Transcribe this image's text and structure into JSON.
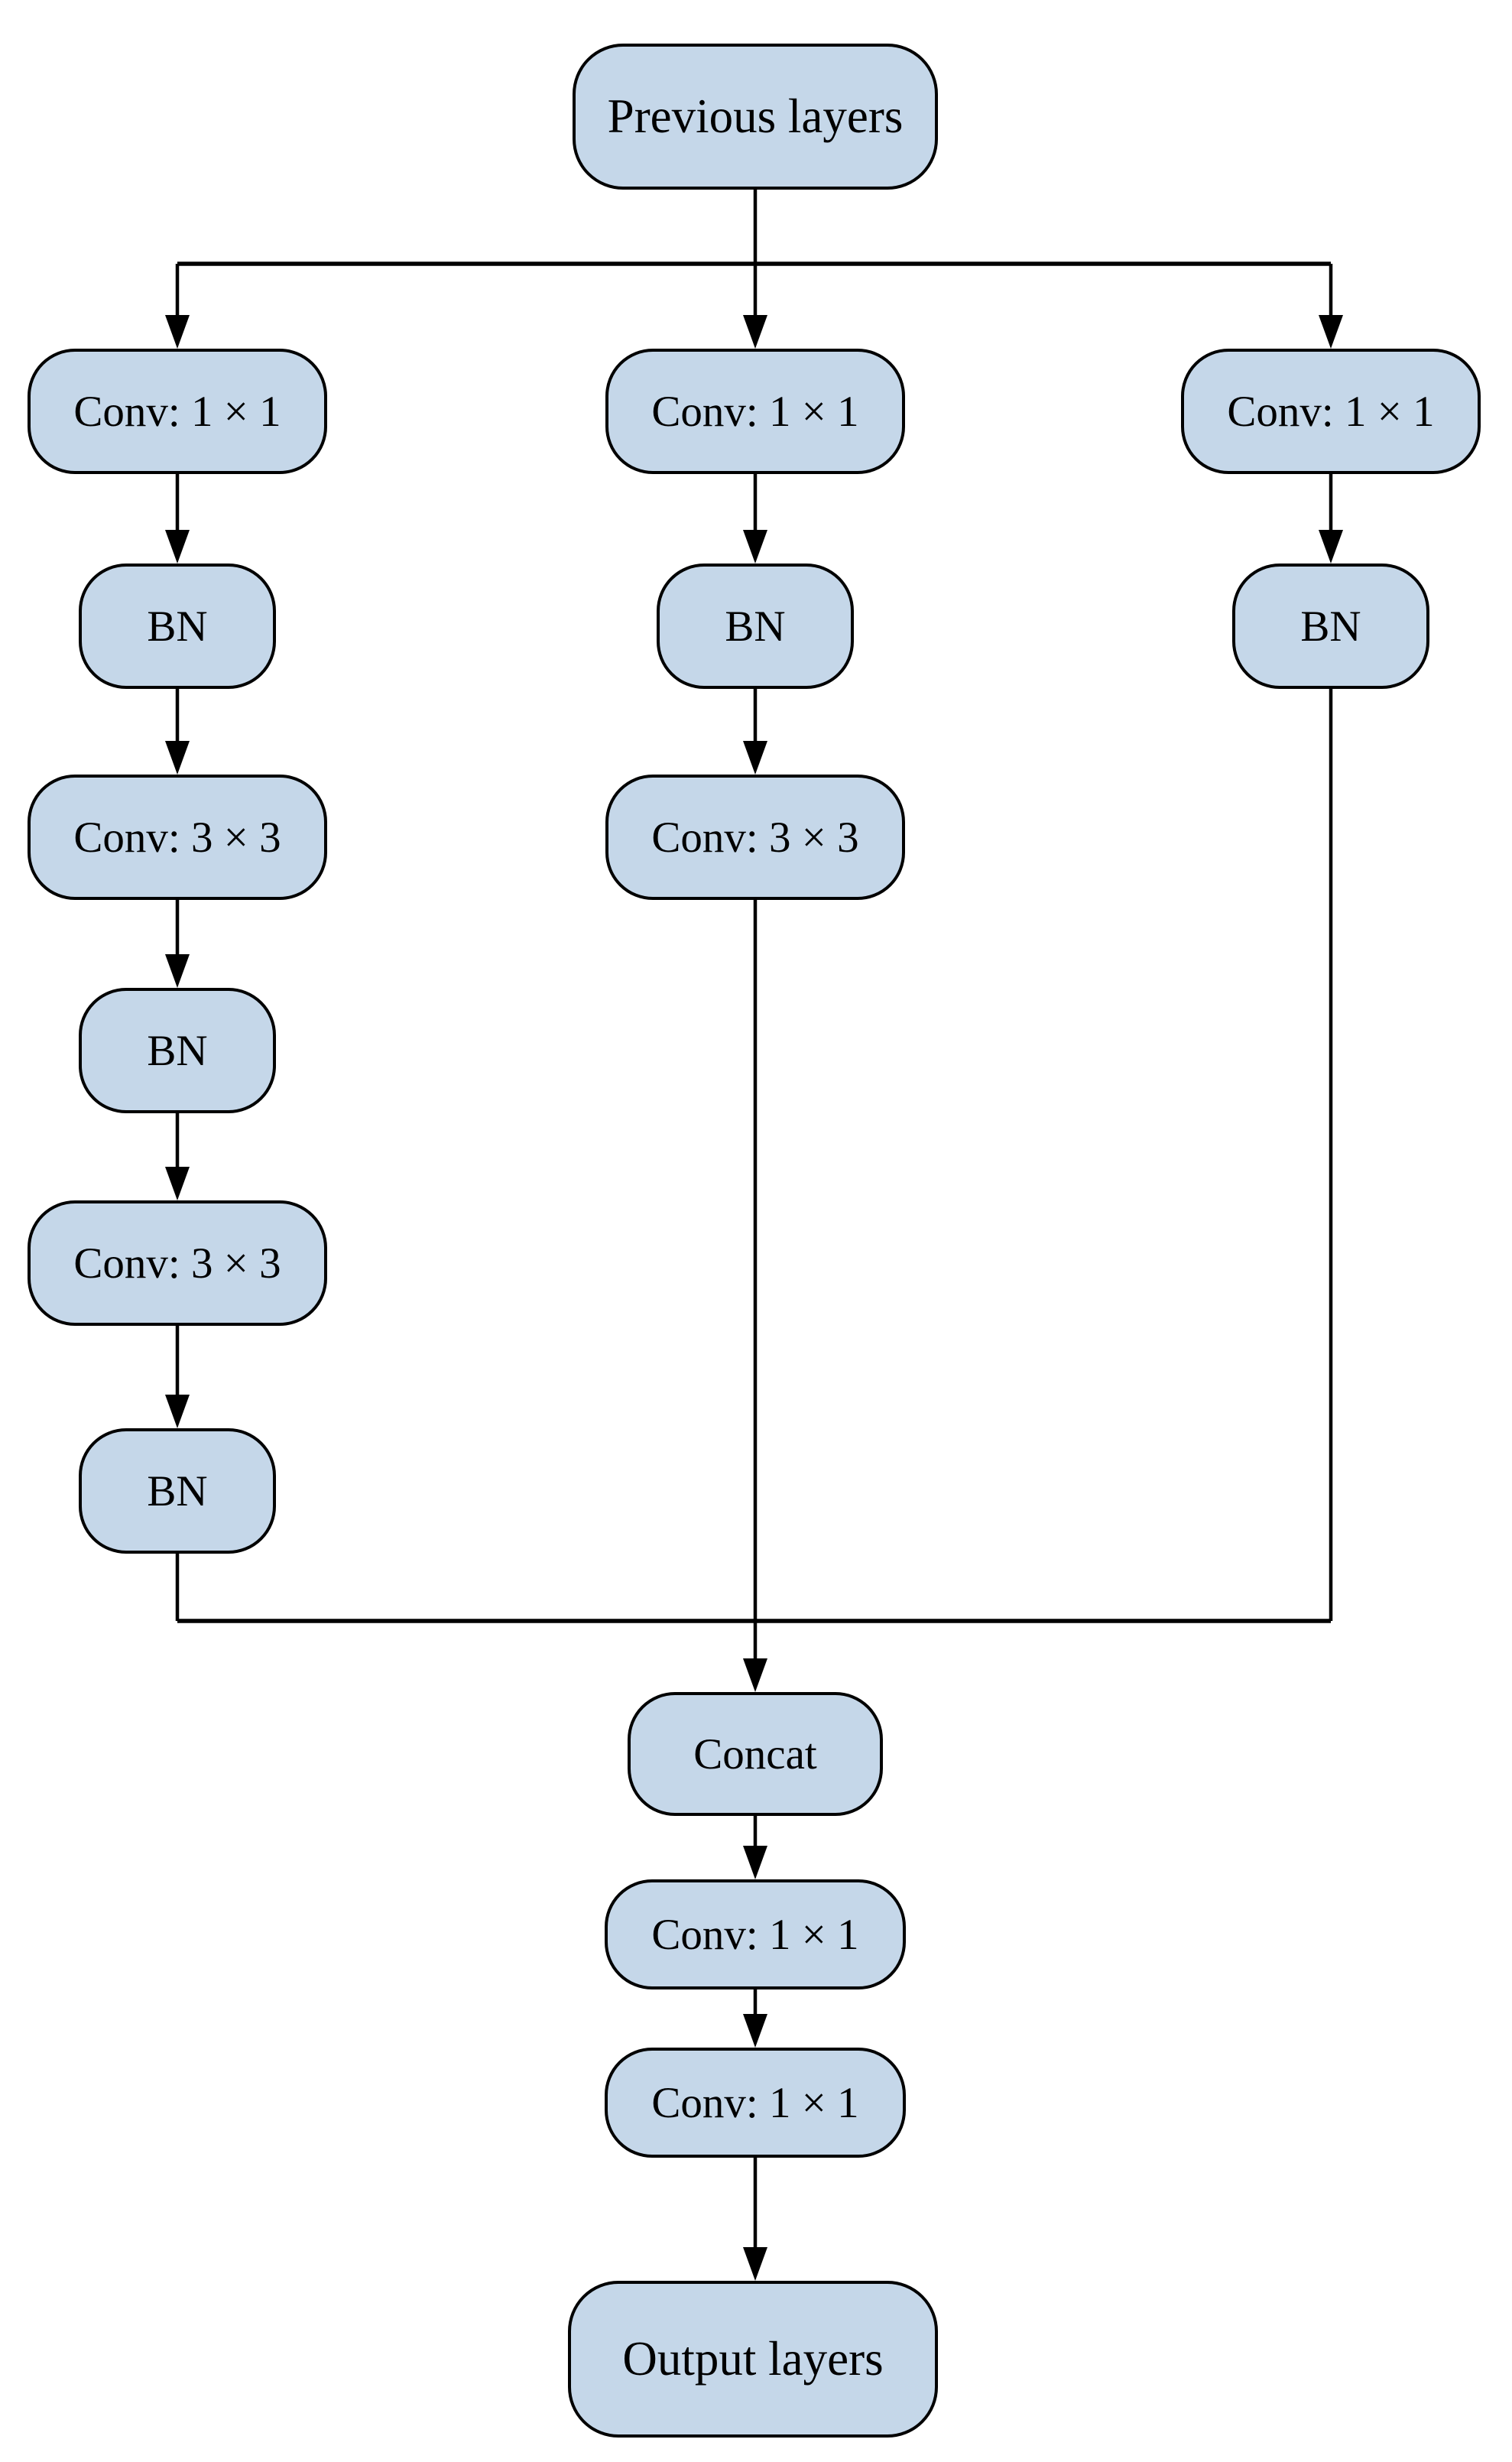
{
  "figure": {
    "background": "#ffffff",
    "node_fill": "#c5d7e9",
    "node_border": "#000000",
    "line_color": "#000000"
  },
  "nodes": {
    "previous": "Previous layers",
    "left_conv1": "Conv: 1 × 1",
    "left_bn1": "BN",
    "left_conv2": "Conv: 3 × 3",
    "left_bn2": "BN",
    "left_conv3": "Conv: 3 × 3",
    "left_bn3": "BN",
    "mid_conv1": "Conv: 1 × 1",
    "mid_bn1": "BN",
    "mid_conv2": "Conv: 3 × 3",
    "right_conv1": "Conv: 1 × 1",
    "right_bn1": "BN",
    "concat": "Concat",
    "head_conv1": "Conv: 1 × 1",
    "head_conv2": "Conv: 1 × 1",
    "output": "Output layers"
  }
}
